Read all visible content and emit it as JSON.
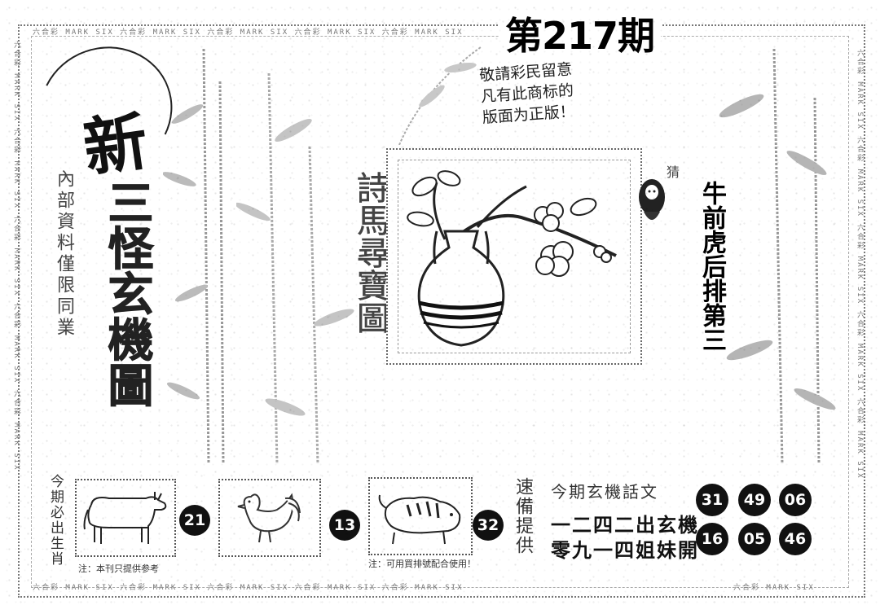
{
  "issue": {
    "title": "第217期"
  },
  "left_panel": {
    "badge_char": "新",
    "title": "三怪玄機圖",
    "side_text_1": "內部資料",
    "side_text_2": "僅限同業"
  },
  "center": {
    "poem_title": "詩馬尋寶圖",
    "notice": "敬請彩民留意\n凡有此商标的\n版面为正版！"
  },
  "right_hint": {
    "guess_label": "猜",
    "text": "牛前虎后排第三"
  },
  "zodiac": {
    "side_label": "今期必出生肖",
    "cards": [
      {
        "animal": "ox",
        "icon": "ox-icon",
        "number": "21"
      },
      {
        "animal": "rooster",
        "icon": "rooster-icon",
        "number": "13"
      },
      {
        "animal": "tiger",
        "icon": "tiger-icon",
        "number": "32"
      }
    ],
    "caption_left": "注：本刊只提供参考",
    "caption_right": "注：可用買排號配合使用！"
  },
  "bottom_right": {
    "side_label": "速備提供",
    "heading": "今期玄機話文",
    "line_1": "一二四二出玄機",
    "line_2": "零九一四姐妹開",
    "numbers": [
      "31",
      "49",
      "06",
      "16",
      "05",
      "46"
    ]
  },
  "edges": {
    "repeat_text": "六合彩 MARK SIX 六合彩 MARK SIX 六合彩 MARK SIX 六合彩 MARK SIX 六合彩 MARK SIX",
    "short_text": "六合彩 MARK SIX"
  },
  "colors": {
    "ink": "#111111",
    "paper": "#ffffff",
    "ball": "#111111"
  }
}
